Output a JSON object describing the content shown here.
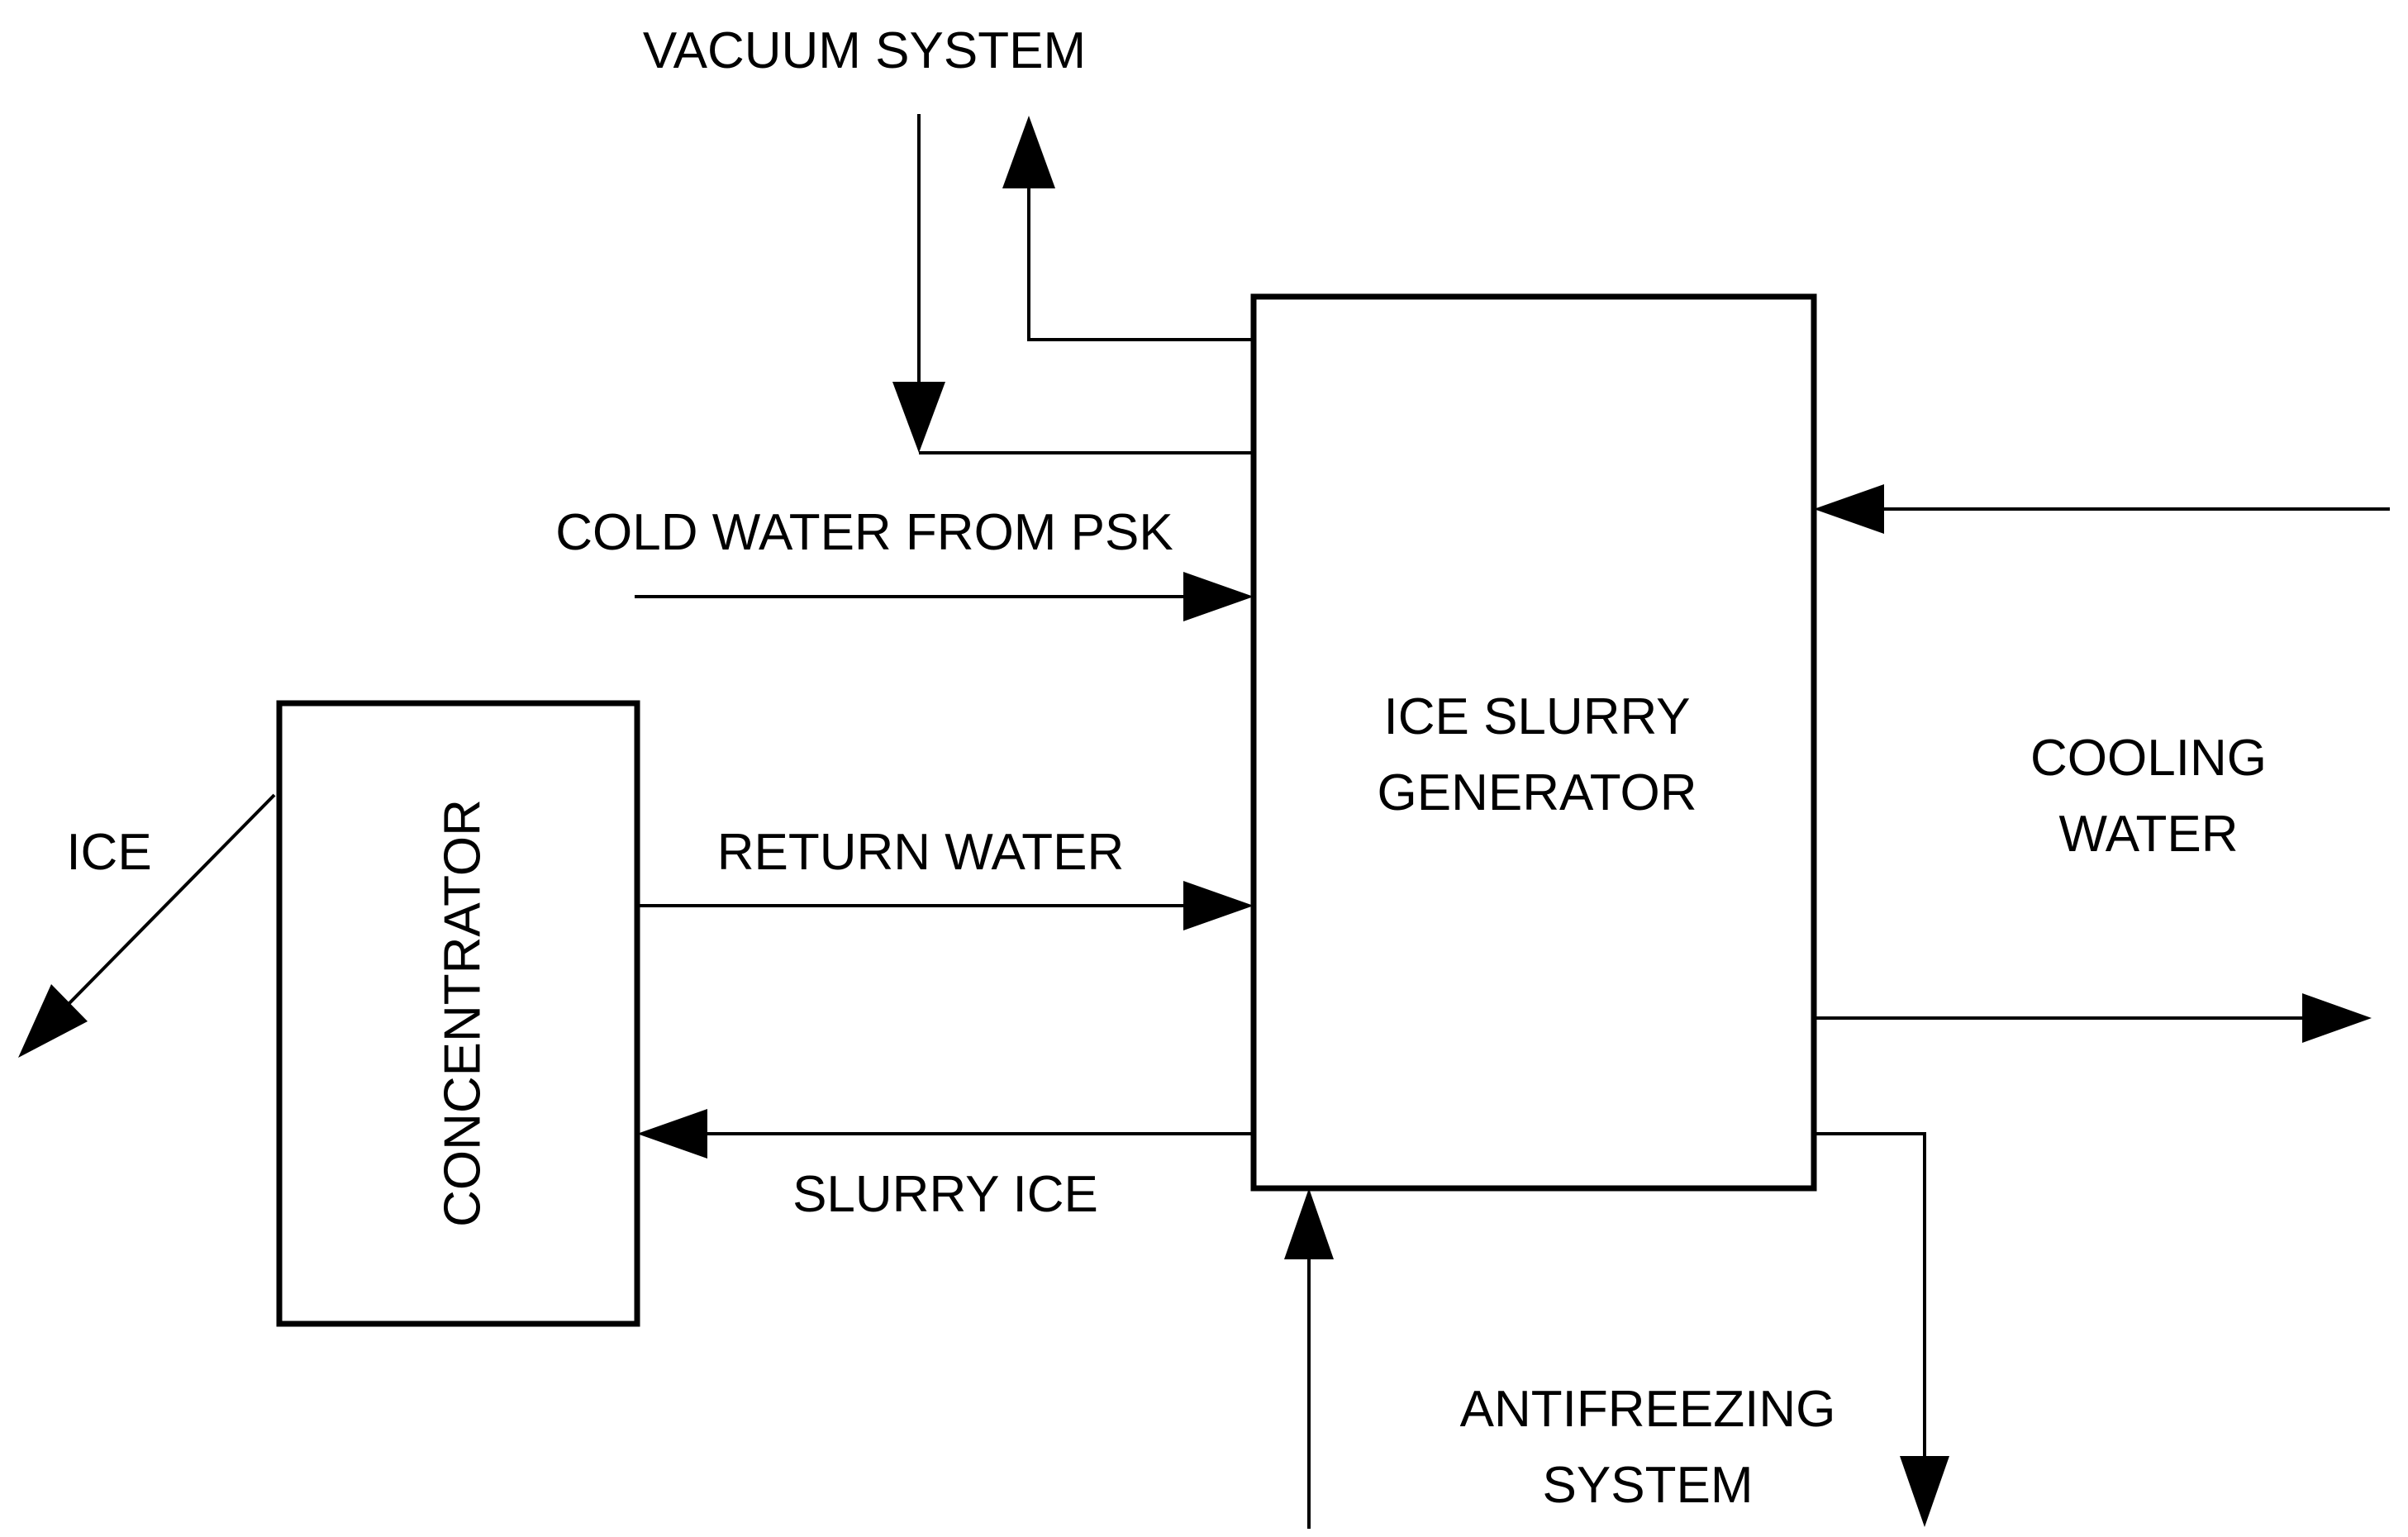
{
  "nodes": {
    "generator": {
      "line1": "ICE SLURRY",
      "line2": "GENERATOR"
    },
    "concentrator": {
      "label": "CONCENTRATOR"
    }
  },
  "flows": {
    "vacuum_system": "VACUUM SYSTEM",
    "cold_water": "COLD WATER FROM PSK",
    "return_water": "RETURN WATER",
    "slurry_ice": "SLURRY ICE",
    "ice": "ICE",
    "cooling_water": {
      "line1": "COOLING",
      "line2": "WATER"
    },
    "antifreezing_system": {
      "line1": "ANTIFREEZING",
      "line2": "SYSTEM"
    }
  }
}
